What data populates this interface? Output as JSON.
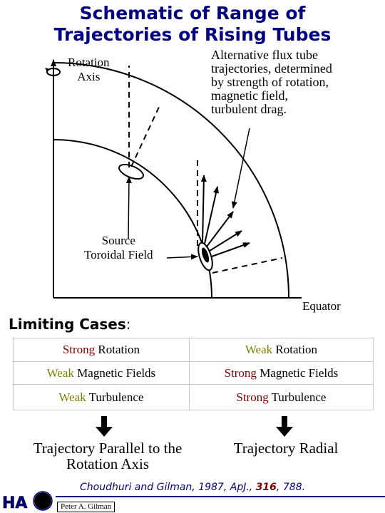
{
  "title": {
    "line1": "Schematic of Range of",
    "line2": "Trajectories of Rising Tubes"
  },
  "diagram": {
    "rotation_axis_label_line1": "Rotation",
    "rotation_axis_label_line2": "Axis",
    "alt_flux_line1": "Alternative flux tube",
    "alt_flux_line2": "trajectories, determined",
    "alt_flux_line3": "by strength of rotation,",
    "alt_flux_line4": "magnetic field,",
    "alt_flux_line5": "turbulent drag.",
    "source_line1": "Source",
    "source_line2": "Toroidal Field",
    "equator_label": "Equator"
  },
  "limiting_cases": {
    "heading": "Limiting Cases",
    "colon": ":",
    "rows": [
      {
        "left_mod": "Strong",
        "left_rest": " Rotation",
        "left_kind": "strong",
        "right_mod": "Weak",
        "right_rest": " Rotation",
        "right_kind": "weak"
      },
      {
        "left_mod": "Weak",
        "left_rest": " Magnetic Fields",
        "left_kind": "weak",
        "right_mod": "Strong",
        "right_rest": " Magnetic Fields",
        "right_kind": "strong"
      },
      {
        "left_mod": "Weak",
        "left_rest": " Turbulence",
        "left_kind": "weak",
        "right_mod": "Strong",
        "right_rest": " Turbulence",
        "right_kind": "strong"
      }
    ]
  },
  "results": {
    "left_line1": "Trajectory Parallel to the",
    "left_line2": "Rotation Axis",
    "right": "Trajectory Radial"
  },
  "citation": {
    "pre": "Choudhuri and Gilman, 1987, ApJ., ",
    "volume": "316",
    "post": ", 788."
  },
  "footer": {
    "logo_text": "HA",
    "author": "Peter A. Gilman"
  },
  "colors": {
    "title": "#000080",
    "strong": "#800000",
    "weak": "#808000",
    "citation": "#000080"
  },
  "icons": [
    "rotation-arrow-icon",
    "down-arrow-icon",
    "hao-logo-icon"
  ]
}
